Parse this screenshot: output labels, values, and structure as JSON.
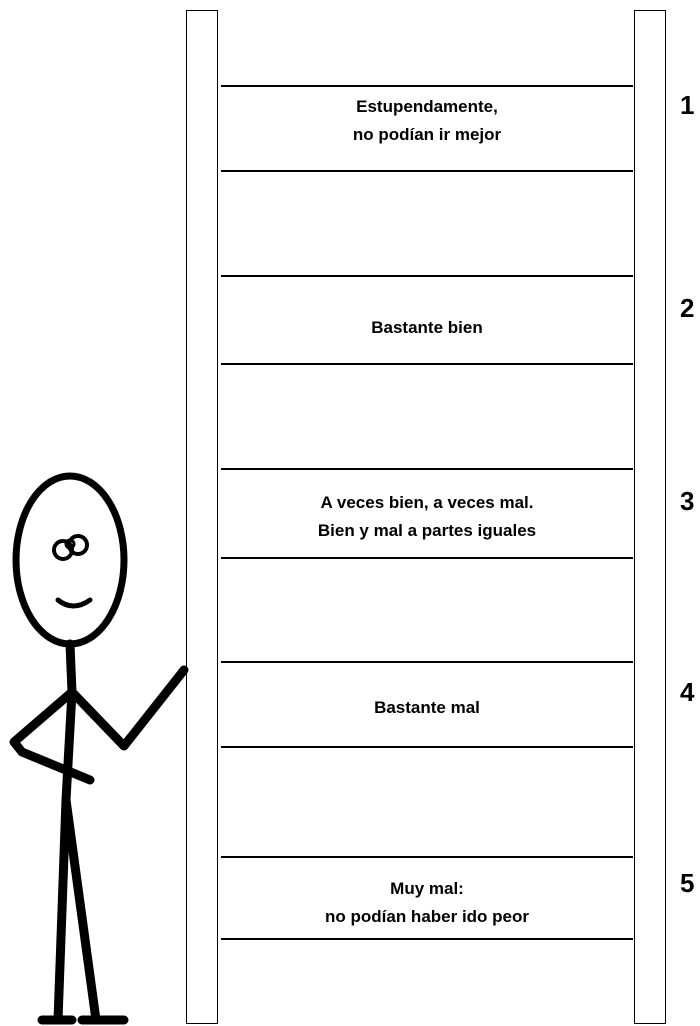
{
  "ladder": {
    "levels": [
      {
        "number": "1",
        "lines": [
          "Estupendamente,",
          "no podían ir mejor"
        ]
      },
      {
        "number": "2",
        "lines": [
          "Bastante bien"
        ]
      },
      {
        "number": "3",
        "lines": [
          "A veces bien, a veces mal.",
          "Bien y mal a partes iguales"
        ]
      },
      {
        "number": "4",
        "lines": [
          "Bastante mal"
        ]
      },
      {
        "number": "5",
        "lines": [
          "Muy mal:",
          "no podían haber ido peor"
        ]
      }
    ]
  },
  "colors": {
    "line": "#000000",
    "background": "#ffffff"
  },
  "icons": {
    "figure": "stick-figure-icon"
  }
}
